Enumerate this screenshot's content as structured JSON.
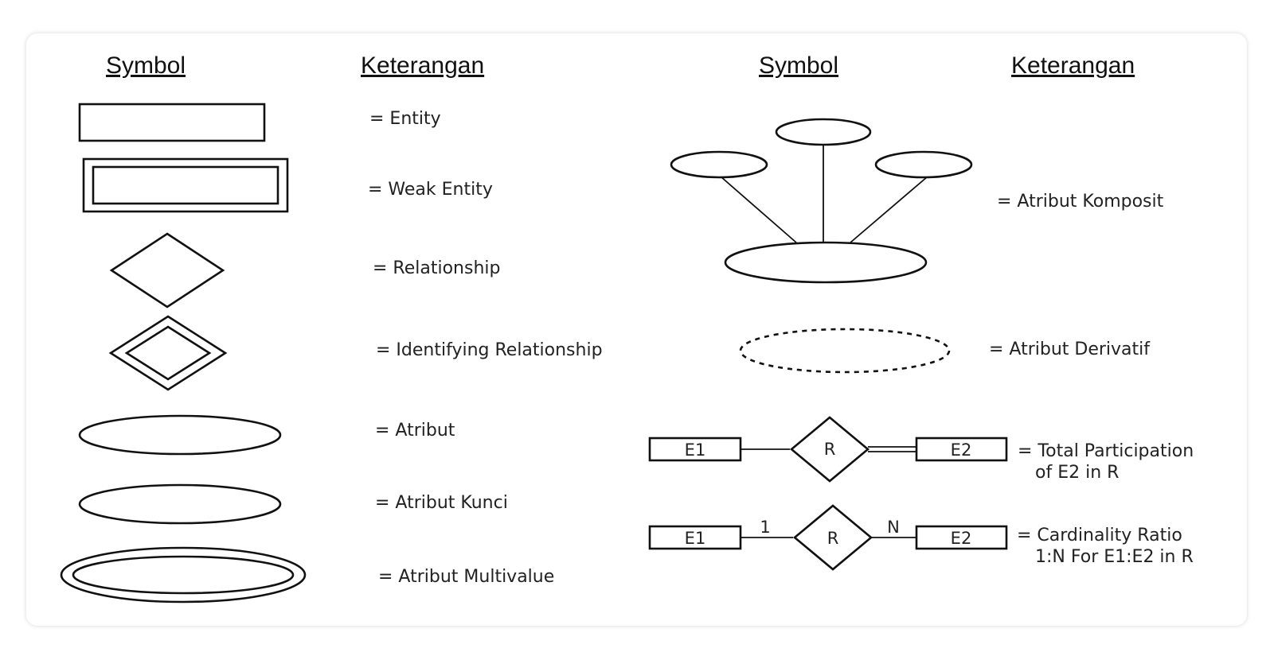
{
  "headers": {
    "left_symbol": "Symbol",
    "left_keterangan": "Keterangan",
    "right_symbol": "Symbol",
    "right_keterangan": "Keterangan"
  },
  "left_items": {
    "entity": "= Entity",
    "weak_entity": "= Weak Entity",
    "relationship": "= Relationship",
    "identifying_relationship": "= Identifying Relationship",
    "atribut": "= Atribut",
    "atribut_kunci": "= Atribut Kunci",
    "atribut_multivalue": "= Atribut Multivalue"
  },
  "right_items": {
    "atribut_komposit": "= Atribut Komposit",
    "atribut_derivatif": "= Atribut Derivatif",
    "total_participation_line1": "= Total Participation",
    "total_participation_line2": "of E2 in R",
    "cardinality_line1": "= Cardinality Ratio",
    "cardinality_line2": "1:N For E1:E2 in R"
  },
  "symbol_labels": {
    "e1": "E1",
    "e2": "E2",
    "r": "R",
    "one": "1",
    "n": "N"
  }
}
